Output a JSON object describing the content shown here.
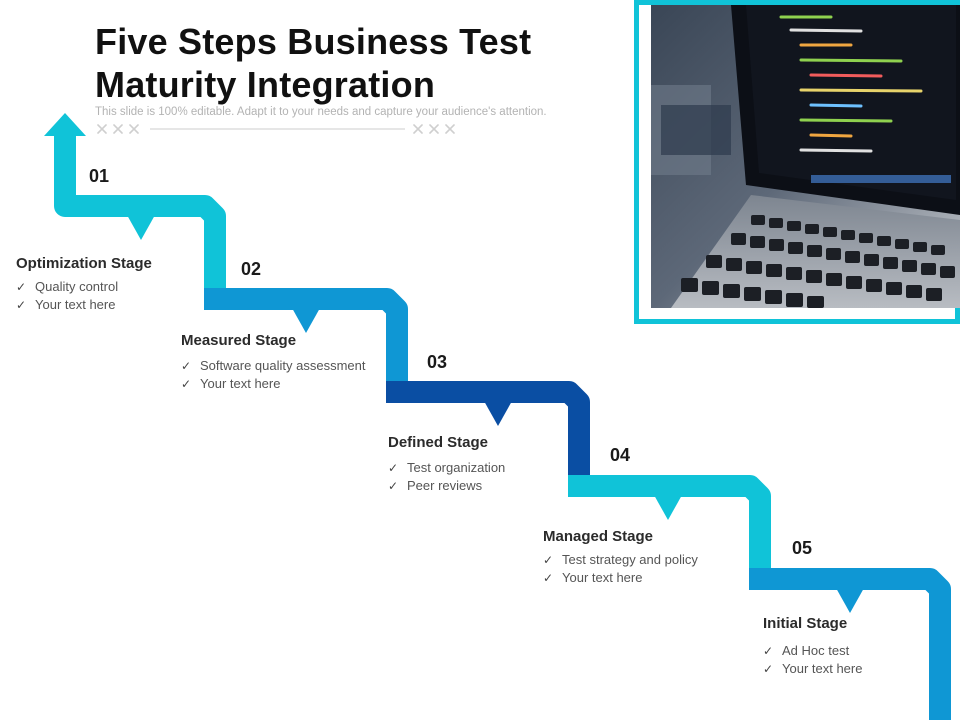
{
  "header": {
    "title": "Five Steps Business Test Maturity Integration",
    "subtitle": "This slide is 100% editable. Adapt it to your needs and capture your audience's attention."
  },
  "steps": [
    {
      "number": "01",
      "title": "Optimization Stage",
      "items": [
        "Quality control",
        "Your text here"
      ],
      "color": "#10c3d8"
    },
    {
      "number": "02",
      "title": "Measured Stage",
      "items": [
        "Software quality assessment",
        "Your text here"
      ],
      "color": "#0f97d4"
    },
    {
      "number": "03",
      "title": "Defined Stage",
      "items": [
        "Test organization",
        "Peer reviews"
      ],
      "color": "#0a4ea3"
    },
    {
      "number": "04",
      "title": "Managed Stage",
      "items": [
        "Test strategy and policy",
        "Your text here"
      ],
      "color": "#10c3d8"
    },
    {
      "number": "05",
      "title": "Initial Stage",
      "items": [
        "Ad Hoc test",
        "Your text here"
      ],
      "color": "#0f97d4"
    }
  ],
  "image": {
    "description_icon": "laptop-photo"
  }
}
